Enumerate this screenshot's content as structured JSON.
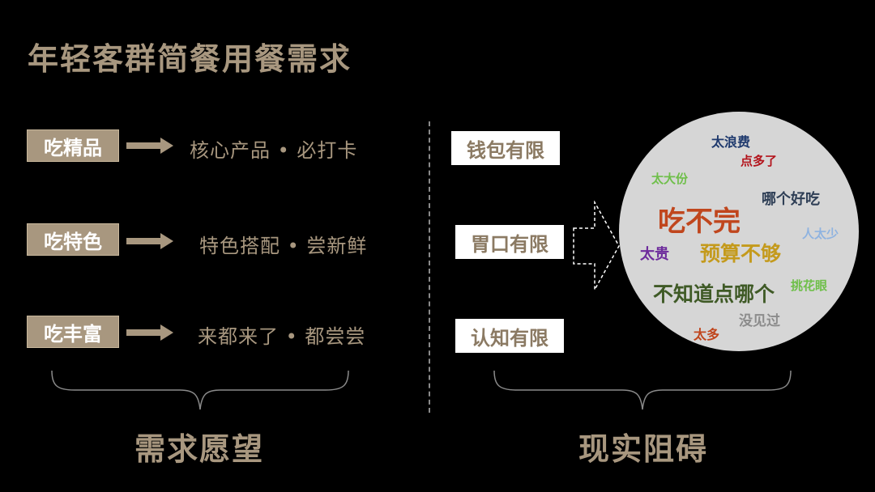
{
  "title": "年轻客群简餐用餐需求",
  "needs": [
    {
      "tag": "吃精品",
      "desc": "核心产品 • 必打卡"
    },
    {
      "tag": "吃特色",
      "desc": "特色搭配 • 尝新鲜"
    },
    {
      "tag": "吃丰富",
      "desc": "来都来了 • 都尝尝"
    }
  ],
  "limits": [
    "钱包有限",
    "胃口有限",
    "认知有限"
  ],
  "bottom": {
    "left": "需求愿望",
    "right": "现实阻碍"
  },
  "cloud": {
    "words": [
      {
        "text": "太浪费",
        "color": "#1f3a6e"
      },
      {
        "text": "点多了",
        "color": "#b3131b"
      },
      {
        "text": "太大份",
        "color": "#6fbf4a"
      },
      {
        "text": "哪个好吃",
        "color": "#2f3f56"
      },
      {
        "text": "吃不完",
        "color": "#c0461d"
      },
      {
        "text": "人太少",
        "color": "#8fb3e0"
      },
      {
        "text": "太贵",
        "color": "#6d2b9c"
      },
      {
        "text": "预算不够",
        "color": "#c49a1c"
      },
      {
        "text": "不知道点哪个",
        "color": "#3f5a26"
      },
      {
        "text": "挑花眼",
        "color": "#6fbf4a"
      },
      {
        "text": "没见过",
        "color": "#8c8c8c"
      },
      {
        "text": "太多",
        "color": "#c0461d"
      }
    ]
  },
  "colors": {
    "accent": "#a8977f",
    "background": "#000000"
  }
}
